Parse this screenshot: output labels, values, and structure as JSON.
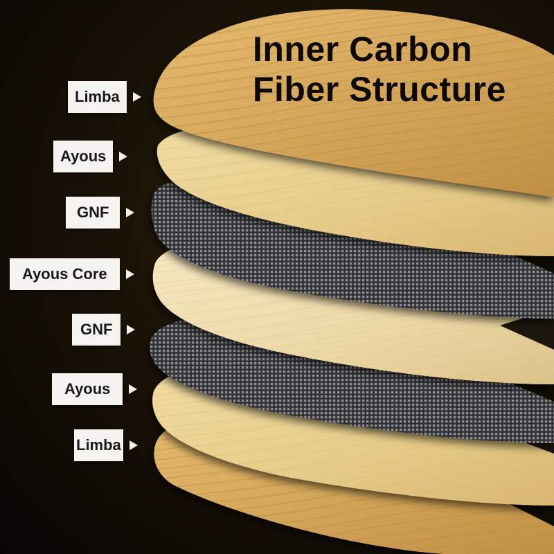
{
  "title": {
    "line1": "Inner Carbon",
    "line2": "Fiber Structure"
  },
  "layers": [
    {
      "label": "Limba",
      "material": "wood-dark"
    },
    {
      "label": "Ayous",
      "material": "wood-light"
    },
    {
      "label": "GNF",
      "material": "carbon-mesh"
    },
    {
      "label": "Ayous Core",
      "material": "wood-pale"
    },
    {
      "label": "GNF",
      "material": "carbon-mesh"
    },
    {
      "label": "Ayous",
      "material": "wood-light"
    },
    {
      "label": "Limba",
      "material": "wood-dark"
    }
  ],
  "colors": {
    "background": "#1a1206",
    "wood_dark": "#d9ad62",
    "wood_light": "#e9cf8f",
    "wood_pale": "#f1dfb0",
    "carbon": "#3c3c3e",
    "label_bg": "#f4f3ef",
    "title_text": "#0c0906"
  },
  "icons": {
    "pointer": "right-triangle-icon"
  }
}
